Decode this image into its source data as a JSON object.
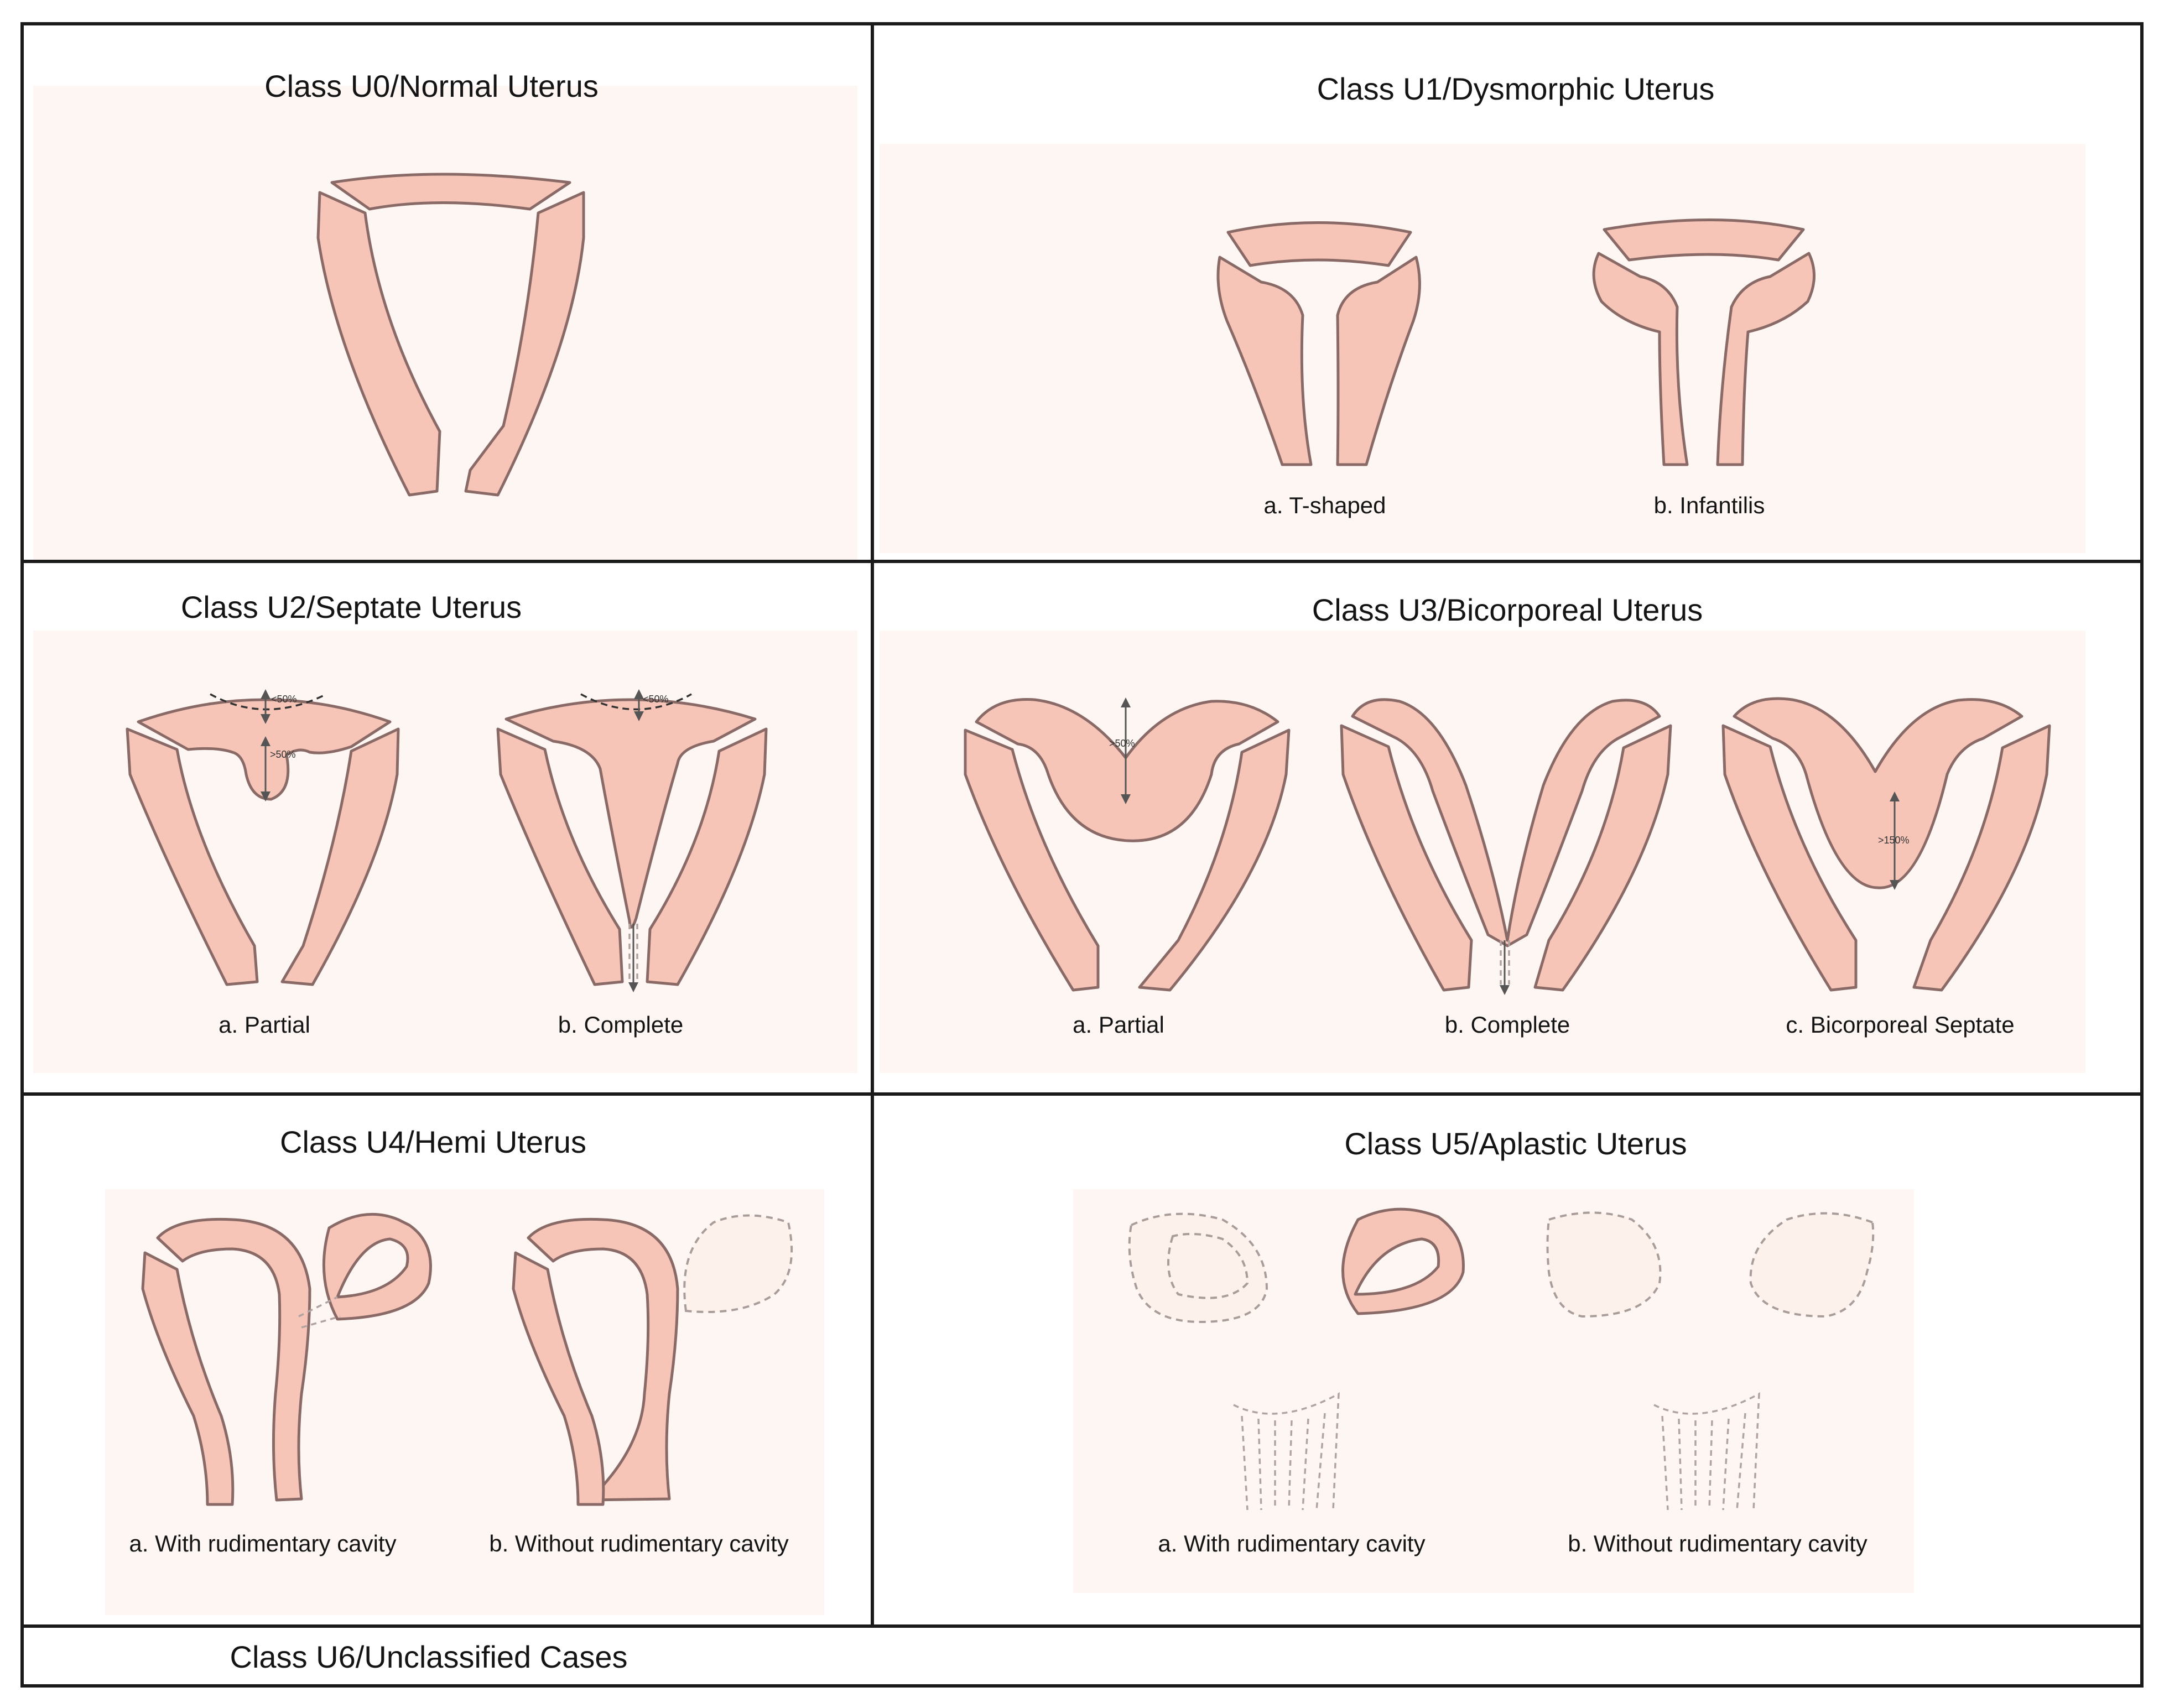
{
  "colors": {
    "tissue_fill": "#f7c5b8",
    "tissue_stroke": "#8a6a66",
    "panel_tint": "#fdf6f3",
    "border": "#1a1a1a",
    "dashed": "#9a8e8c"
  },
  "panels": {
    "u0": {
      "title": "Class U0/Normal Uterus"
    },
    "u1": {
      "title": "Class U1/Dysmorphic Uterus",
      "a": "a. T-shaped",
      "b": "b. Infantilis"
    },
    "u2": {
      "title": "Class U2/Septate Uterus",
      "a": "a. Partial",
      "b": "b. Complete",
      "t_less": "<50%",
      "t_more": ">50%",
      "t_less_b": "<50%"
    },
    "u3": {
      "title": "Class U3/Bicorporeal Uterus",
      "a": "a. Partial",
      "b": "b. Complete",
      "c": "c. Bicorporeal Septate",
      "t_more": ">50%",
      "t_150": ">150%"
    },
    "u4": {
      "title": "Class U4/Hemi Uterus",
      "a": "a. With rudimentary cavity",
      "b": "b. Without rudimentary cavity"
    },
    "u5": {
      "title": "Class U5/Aplastic Uterus",
      "a": "a. With rudimentary cavity",
      "b": "b. Without rudimentary cavity"
    },
    "u6": {
      "title": "Class U6/Unclassified Cases"
    }
  }
}
